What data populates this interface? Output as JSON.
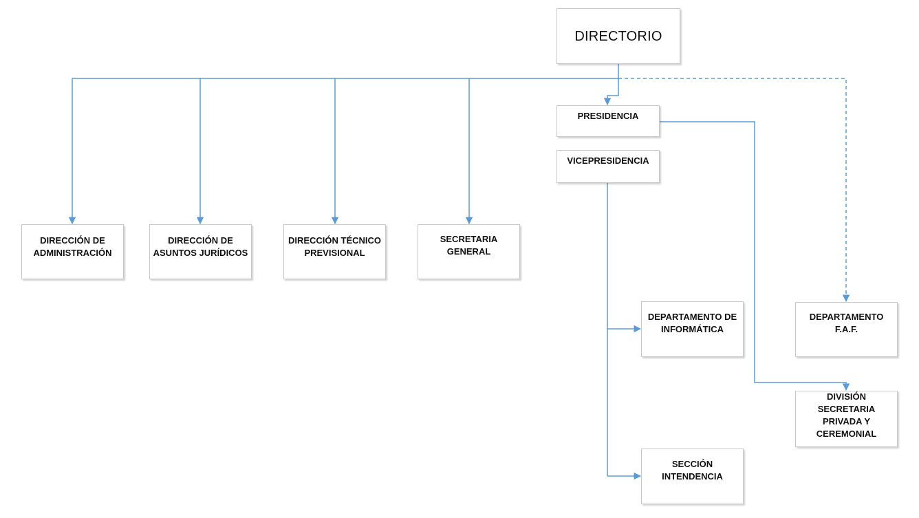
{
  "colors": {
    "connector": "#5b9bd5",
    "box_border": "#c9c9c9",
    "text": "#111111"
  },
  "nodes": {
    "directorio": "DIRECTORIO",
    "presidencia": "PRESIDENCIA",
    "vicepresidencia": "VICEPRESIDENCIA",
    "direccion_administracion": "DIRECCIÓN DE\nADMINISTRACIÓN",
    "direccion_asuntos_juridicos": "DIRECCIÓN DE\nASUNTOS JURÍDICOS",
    "direccion_tecnico_previsional": "DIRECCIÓN TÉCNICO\nPREVISIONAL",
    "secretaria_general": "SECRETARIA GENERAL",
    "departamento_informatica": "DEPARTAMENTO DE\nINFORMÁTICA",
    "departamento_faf": "DEPARTAMENTO F.A.F.",
    "division_secretaria_privada": "DIVISIÓN SECRETARIA\nPRIVADA Y\nCEREMONIAL",
    "seccion_intendencia": "SECCIÓN INTENDENCIA"
  }
}
